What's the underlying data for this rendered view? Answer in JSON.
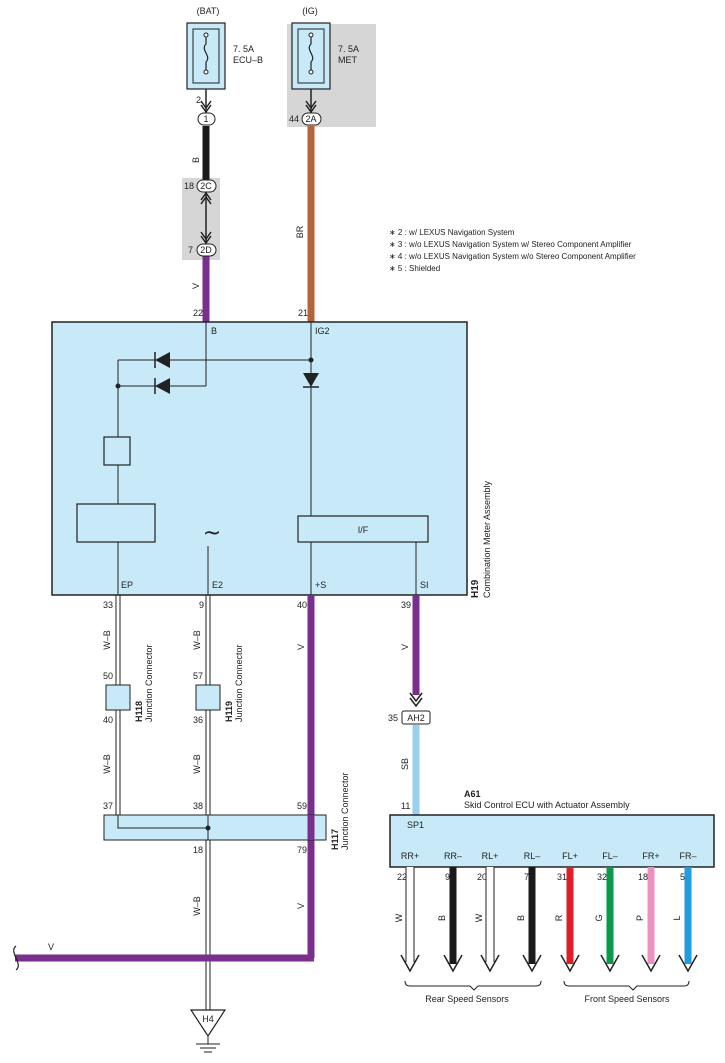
{
  "sources": {
    "bat": {
      "label": "(BAT)",
      "fuse_rating": "7. 5A",
      "fuse_name": "ECU–B",
      "pin": "2"
    },
    "ig": {
      "label": "(IG)",
      "fuse_rating": "7. 5A",
      "fuse_name": "MET",
      "pin": "44",
      "conn": "2A"
    }
  },
  "connectors": {
    "c1": "1",
    "c2c": "2C",
    "c2c_pin": "18",
    "c2d": "2D",
    "c2d_pin": "7",
    "ah2": "AH2",
    "ah2_pin": "35"
  },
  "wires": {
    "b": "B",
    "v": "V",
    "br": "BR",
    "wb": "W–B",
    "sb": "SB"
  },
  "notes": [
    "∗ 2 : w/ LEXUS Navigation System",
    "∗ 3 : w/o LEXUS Navigation System w/ Stereo Component Amplifier",
    "∗ 4 : w/o LEXUS Navigation System w/o Stereo Component Amplifier",
    "∗ 5 : Shielded"
  ],
  "meter": {
    "code": "H19",
    "name": "Combination Meter Assembly",
    "pin_b": "22",
    "term_b": "B",
    "pin_ig2": "21",
    "term_ig2": "IG2",
    "if_label": "I/F",
    "wave": "~",
    "term_ep": "EP",
    "term_e2": "E2",
    "term_s": "+S",
    "term_si": "SI",
    "pin_ep": "33",
    "pin_e2": "9",
    "pin_s": "40",
    "pin_si": "39"
  },
  "jc_h118": {
    "code": "H118",
    "name": "Junction Connector",
    "pin_top": "50",
    "pin_bot": "40"
  },
  "jc_h119": {
    "code": "H119",
    "name": "Junction Connector",
    "pin_top": "57",
    "pin_bot": "36"
  },
  "jc_h117": {
    "code": "H117",
    "name": "Junction Connector",
    "pin_37": "37",
    "pin_38": "38",
    "pin_59": "59",
    "pin_18": "18",
    "pin_79": "79"
  },
  "ground": {
    "code": "H4"
  },
  "skid": {
    "code": "A61",
    "name": "Skid Control ECU with Actuator Assembly",
    "pin_sp1": "11",
    "term_sp1": "SP1",
    "terminals": [
      {
        "term": "RR+",
        "pin": "22",
        "wire": "W"
      },
      {
        "term": "RR–",
        "pin": "9",
        "wire": "B"
      },
      {
        "term": "RL+",
        "pin": "20",
        "wire": "W"
      },
      {
        "term": "RL–",
        "pin": "7",
        "wire": "B"
      },
      {
        "term": "FL+",
        "pin": "31",
        "wire": "R"
      },
      {
        "term": "FL–",
        "pin": "32",
        "wire": "G"
      },
      {
        "term": "FR+",
        "pin": "18",
        "wire": "P"
      },
      {
        "term": "FR–",
        "pin": "5",
        "wire": "L"
      }
    ],
    "rear_label": "Rear Speed Sensors",
    "front_label": "Front Speed Sensors"
  },
  "colors": {
    "panel": "#c8e9f7",
    "shade": "#d6d6d6",
    "violet": "#7a2e8e",
    "brown": "#b4663a",
    "black": "#1a1a1a",
    "lightblue": "#98d1ee",
    "red": "#e01e26",
    "green": "#0a9a4a",
    "pink": "#ee8fc0",
    "blue": "#1f9de0"
  }
}
